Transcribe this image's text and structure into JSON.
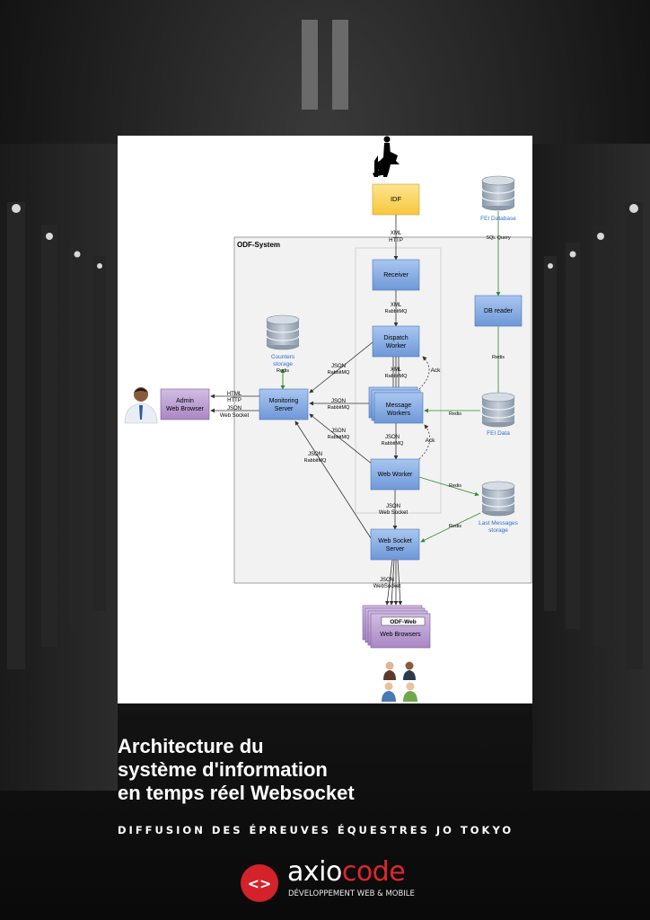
{
  "diagram": {
    "labels": {
      "idf": "IDF",
      "fei_database": "FEI Database",
      "sql_query": "SQL Query",
      "odf_system": "ODF-System",
      "receiver": "Receiver",
      "db_reader": "DB reader",
      "dispatch_worker_1": "Dispatch",
      "dispatch_worker_2": "Worker",
      "counters_storage_1": "Counters",
      "counters_storage_2": "storage",
      "message_workers_1": "Message",
      "message_workers_2": "Workers",
      "fei_data": "FEI Data",
      "admin_browser_1": "Admin",
      "admin_browser_2": "Web Browser",
      "monitoring_server_1": "Monitoring",
      "monitoring_server_2": "Server",
      "web_worker": "Web Worker",
      "last_messages_1": "Last Messages",
      "last_messages_2": "storage",
      "ws_server_1": "Web Socket",
      "ws_server_2": "Server",
      "odf_web": "ODF-Web",
      "web_browsers": "Web Browsers"
    },
    "edges": {
      "idf_xml": "XML",
      "idf_http": "HTTP",
      "recv_xml": "XML",
      "recv_rabbit": "RabbitMQ",
      "dispatch_xml": "XML",
      "dispatch_rabbit": "RabbitMQ",
      "ack1": "Ack",
      "ack2": "Ack",
      "msg_json": "JSON",
      "msg_rabbit": "RabbitMQ",
      "db_redis": "Redis",
      "feidata_redis": "Redis",
      "counters_redis": "Redis",
      "mon_json1": "JSON",
      "mon_rabbit1": "RabbitMQ",
      "mon_json2": "JSON",
      "mon_rabbit2": "RabbitMQ",
      "mon_json3": "JSON",
      "mon_rabbit3": "RabbitMQ",
      "mon_json4": "JSON",
      "mon_rabbit4": "RabbitMQ",
      "admin_html": "HTML",
      "admin_http": "HTTP",
      "admin_json": "JSON",
      "admin_ws": "Web Socket",
      "ww_json": "JSON",
      "ww_ws": "Web Socket",
      "ww_redis": "Redis",
      "lm_redis": "Redis",
      "wss_json": "JSON",
      "wss_ws": "WebSocket"
    }
  },
  "cover": {
    "title_line1": "Architecture du",
    "title_line2": "système d'information",
    "title_line3": "en temps réel Websocket",
    "subtitle": "DIFFUSION DES ÉPREUVES ÉQUESTRES JO TOKYO",
    "logo_symbol": "<>",
    "logo_word_white": "axio",
    "logo_word_red": "code",
    "logo_tagline": "DÉVELOPPEMENT WEB & MOBILE"
  },
  "colors": {
    "accent_red": "#d3222a",
    "node_blue": "#7ea6e0",
    "node_purple": "#b395c9",
    "node_yellow": "#fbd35a",
    "edge_green": "#2e8b2e"
  }
}
